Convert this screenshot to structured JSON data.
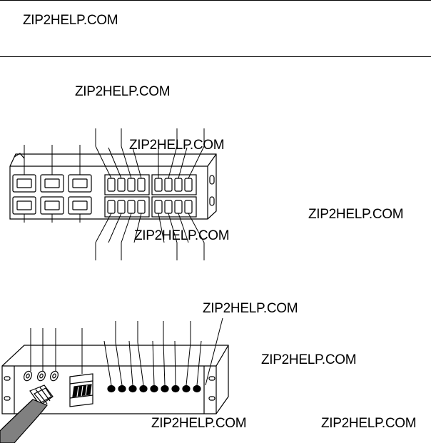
{
  "watermarks": [
    {
      "text": "ZIP2HELP.COM"
    },
    {
      "text": "ZIP2HELP.COM"
    },
    {
      "text": "ZIP2HELP.COM"
    },
    {
      "text": "ZIP2HELP.COM"
    },
    {
      "text": "ZIP2HELP.COM"
    },
    {
      "text": "ZIP2HELP.COM"
    },
    {
      "text": "ZIP2HELP.COM"
    },
    {
      "text": "ZIP2HELP.COM"
    },
    {
      "text": "ZIP2HELP.COM"
    }
  ],
  "colors": {
    "ink": "#000000",
    "background": "#ffffff",
    "cord": "#808080"
  }
}
